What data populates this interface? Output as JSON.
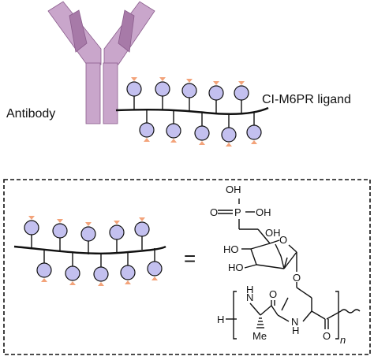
{
  "labels": {
    "antibody": "Antibody",
    "ligand": "CI-M6PR ligand",
    "equals": "="
  },
  "structure": {
    "oh_top": "OH",
    "o_phosphate": "O",
    "p_atom": "P",
    "oh_phosphate": "OH",
    "ho_ring_upper": "HO",
    "ho_ring_lower": "HO",
    "oh_ring": "OH",
    "o_ring": "O",
    "o_glycosidic": "O",
    "nh_left_n": "N",
    "nh_left_h": "H",
    "h_terminal": "H",
    "nh_mid_n": "N",
    "nh_mid_h": "H",
    "o_carbonyl_1": "O",
    "o_carbonyl_2": "O",
    "me": "Me",
    "n_subscript": "n"
  },
  "colors": {
    "antibody_fill": "#c9a6cb",
    "antibody_dark": "#a77aa8",
    "antibody_stroke": "#8a5c8c",
    "sugar_fill": "#c3c0ef",
    "phosphate_fill": "#f3a37a",
    "line": "#111111"
  }
}
